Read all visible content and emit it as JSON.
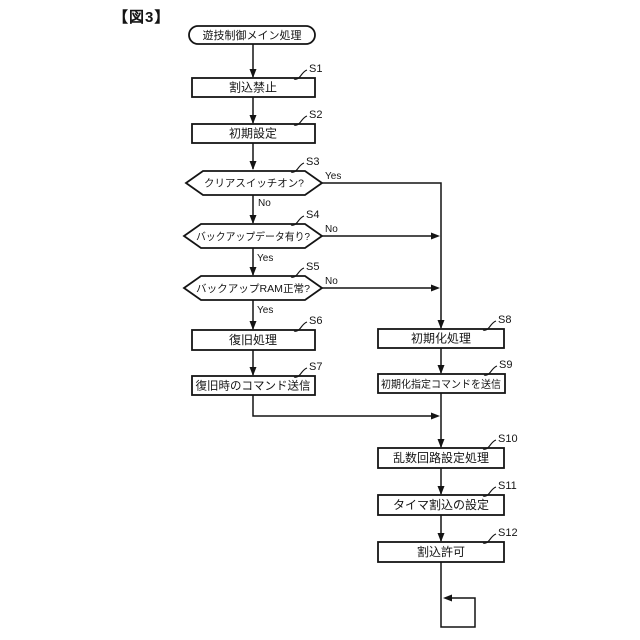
{
  "figure": {
    "title": "【図3】"
  },
  "branch": {
    "yes": "Yes",
    "no": "No"
  },
  "colors": {
    "ink": "#141414",
    "background": "#ffffff"
  },
  "nodes": {
    "start": {
      "label": "遊技制御メイン処理"
    },
    "s1": {
      "id": "S1",
      "label": "割込禁止"
    },
    "s2": {
      "id": "S2",
      "label": "初期設定"
    },
    "s3": {
      "id": "S3",
      "label": "クリアスイッチオン?"
    },
    "s4": {
      "id": "S4",
      "label": "バックアップデータ有り?"
    },
    "s5": {
      "id": "S5",
      "label": "バックアップRAM正常?"
    },
    "s6": {
      "id": "S6",
      "label": "復旧処理"
    },
    "s7": {
      "id": "S7",
      "label": "復旧時のコマンド送信"
    },
    "s8": {
      "id": "S8",
      "label": "初期化処理"
    },
    "s9": {
      "id": "S9",
      "label": "初期化指定コマンドを送信"
    },
    "s10": {
      "id": "S10",
      "label": "乱数回路設定処理"
    },
    "s11": {
      "id": "S11",
      "label": "タイマ割込の設定"
    },
    "s12": {
      "id": "S12",
      "label": "割込許可"
    }
  }
}
